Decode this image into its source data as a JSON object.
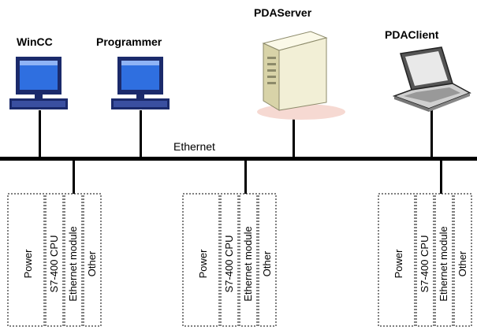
{
  "nodes": {
    "wincc": {
      "label": "WinCC",
      "icon": "desktop-computer-icon"
    },
    "programmer": {
      "label": "Programmer",
      "icon": "desktop-computer-icon"
    },
    "pdaserver": {
      "label": "PDAServer",
      "icon": "tower-server-icon"
    },
    "pdaclient": {
      "label": "PDAClient",
      "icon": "laptop-icon"
    }
  },
  "network": {
    "label": "Ethernet"
  },
  "racks": [
    {
      "modules": [
        "Power",
        "S7-400 CPU",
        "Ethernet module",
        "Other"
      ]
    },
    {
      "modules": [
        "Power",
        "S7-400 CPU",
        "Ethernet module",
        "Other"
      ]
    },
    {
      "modules": [
        "Power",
        "S7-400 CPU",
        "Ethernet module",
        "Other"
      ]
    }
  ],
  "colors": {
    "monitor_screen": "#2f6fe0",
    "monitor_frame": "#1b2a6b",
    "server_body": "#f2efd6",
    "line": "#000000"
  }
}
